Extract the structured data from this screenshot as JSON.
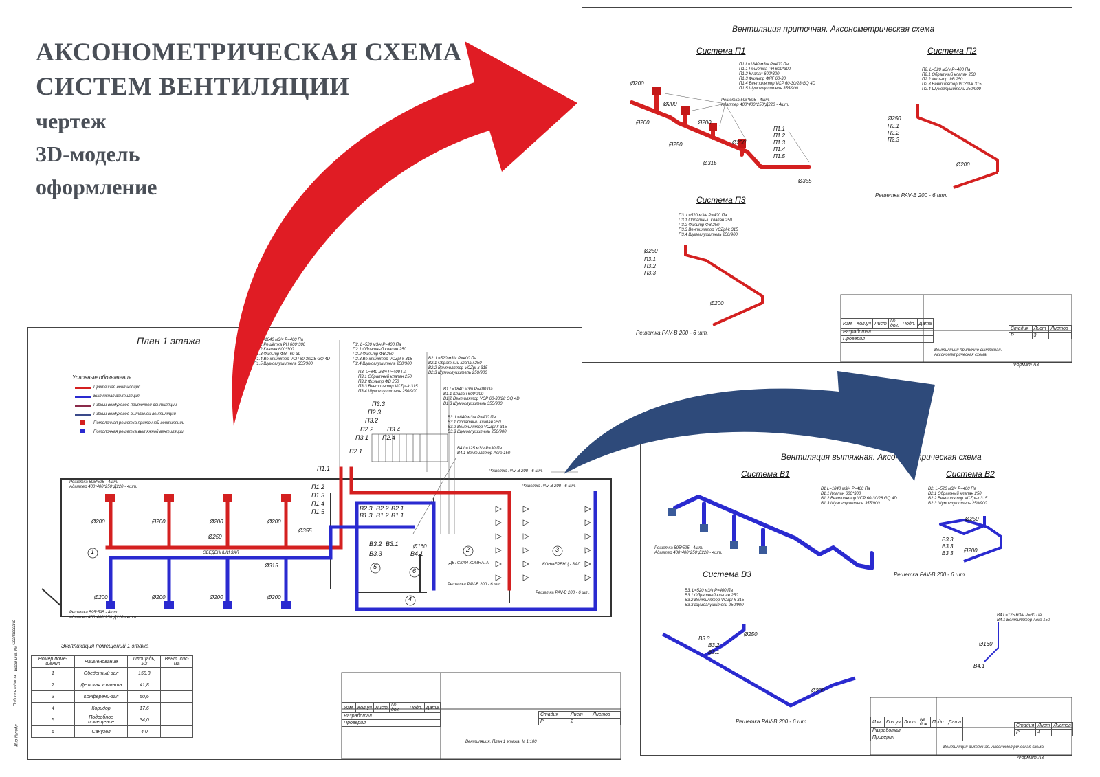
{
  "hero": {
    "line1": "АКСОНОМЕТРИЧЕСКАЯ СХЕМА",
    "line2": "СИСТЕМ ВЕНТИЛЯЦИИ",
    "line3": "чертеж",
    "line4": "3D-модель",
    "line5": "оформление"
  },
  "colors": {
    "supply": "#d42020",
    "exhaust": "#2a2ad0",
    "red_arrow": "#e01c24",
    "blue_arrow": "#2e4a7a"
  },
  "plan": {
    "title": "План 1 этажа",
    "legend_title": "Условные обозначения",
    "legend": [
      "Приточная вентиляция",
      "Вытяжная вентиляция",
      "Гибкий воздуховод приточной вентиляции",
      "Гибкий воздуховод вытяжной вентиляции",
      "Потолочная решетка приточной вентиляции",
      "Потолочная решетка вытяжной вентиляции"
    ],
    "spec_p1": [
      "П1 L=1840 м3/ч P=400 Па",
      "П1.1 Решётка PH 600*300",
      "П1.2 Клапан 600*300",
      "П1.3 Фильтр ФЯГ 60-30",
      "П1.4 Вентилятор VCP 60-30/28 GQ 4D",
      "П1.5 Шумоглушитель 355/900"
    ],
    "spec_p2": [
      "П2. L=520 м3/ч P=400 Па",
      "П2.1 Обратный клапан 250",
      "П2.2 Фильтр ФВ 250",
      "П2.3 Вентилятор VCZpl-k 315",
      "П2.4 Шумоглушитель 250/900"
    ],
    "spec_p3": [
      "П3. L=840 м3/ч P=400 Па",
      "П3.1 Обратный клапан 250",
      "П3.2 Фильтр ФВ 250",
      "П3.3 Вентилятор VCZpl-k 315",
      "П3.4 Шумоглушитель 250/900"
    ],
    "spec_b2": [
      "В2. L=520 м3/ч P=400 Па",
      "В2.1 Обратный клапан 250",
      "В2.2 Вентилятор VCZpl-k 315",
      "В2.3 Шумоглушитель 250/900"
    ],
    "spec_b1": [
      "В1 L=1840 м3/ч P=400 Па",
      "В1.1 Клапан 600*300",
      "В1.2 Вентилятор VCP 60-30/28 GQ 4D",
      "В1.3 Шумоглушитель 355/900"
    ],
    "spec_b3": [
      "В3. L=840 м3/ч P=400 Па",
      "В3.1 Обратный клапан 250",
      "В3.2 Вентилятор VCZpl-k 315",
      "В3.3 Шумоглушитель 250/900"
    ],
    "spec_b4": [
      "В4 L=125 м3/ч P=30 Па",
      "В4.1 Вентилятор Aero 150"
    ],
    "grille_note_top": [
      "Решетка 595*595 - 4шт.",
      "Адаптер 400*400*250*Д220 - 4шт."
    ],
    "grille_note_bot": [
      "Решетка 595*595 - 4шт.",
      "Адаптер 400*400*250*Д220 - 4шт."
    ],
    "pav_note": "Решетка PAV-B 200 - 6 шт.",
    "room_dining": "ОБЕДЕННЫЙ ЗАЛ",
    "room_kids": "ДЕТСКАЯ КОМНАТА",
    "room_conf": "КОНФЕРЕНЦ - ЗАЛ",
    "room_numbers": [
      "1",
      "2",
      "3",
      "4",
      "5",
      "6"
    ],
    "tags_p1": [
      "П1.1",
      "П1.2",
      "П1.3",
      "П1.4",
      "П1.5"
    ],
    "tags_p2p3": [
      "П3.3",
      "П2.3",
      "П3.2",
      "П2.2",
      "П3.1",
      "П2.4",
      "П3.4",
      "П2.1"
    ],
    "tags_b": [
      "В2.3",
      "В2.2",
      "В2.1",
      "В1.3",
      "В1.2",
      "В1.1",
      "В3.2",
      "В3.1",
      "В3.3",
      "В4.1"
    ],
    "dims": [
      "Ø200",
      "Ø250",
      "Ø315",
      "Ø355",
      "Ø160"
    ],
    "expl_title": "Экспликация помещений 1 этажа",
    "expl_headers": [
      "Номер поме-щения",
      "Наименование",
      "Площадь, м2",
      "Вент. сис-ма"
    ],
    "expl_rows": [
      [
        "1",
        "Обеденный зал",
        "158,3"
      ],
      [
        "2",
        "Детская комната",
        "41,8"
      ],
      [
        "3",
        "Конференц-зал",
        "50,6"
      ],
      [
        "4",
        "Коридор",
        "17,6"
      ],
      [
        "5",
        "Подсобное помещение",
        "34,0"
      ],
      [
        "6",
        "Санузел",
        "4,0"
      ]
    ],
    "side_labels": [
      "Согласовано",
      "Взам инв. №",
      "Подпись и дата",
      "Инв №подл"
    ],
    "stamp": {
      "headers": [
        "Изм.",
        "Кол.уч",
        "Лист",
        "№ док.",
        "Подп.",
        "Дата"
      ],
      "dev": "Разработал",
      "chk": "Проверил",
      "stage": "Стадия",
      "sheet": "Лист",
      "sheets": "Листов",
      "stage_val": "Р",
      "sheet_val": "2",
      "title": "Вентиляция. План 1 этажа.  М 1:100"
    }
  },
  "supply": {
    "title": "Вентиляция приточная. Аксонометрическая схема",
    "systems": [
      "Система П1",
      "Система П2",
      "Система П3"
    ],
    "p1_spec": [
      "П1 L=1840 м3/ч P=400 Па",
      "П1.1 Решётка PH 600*300",
      "П1.2 Клапан 600*300",
      "П1.3 Фильтр ФЯГ 60-30",
      "П1.4 Вентилятор VCP 60-30/28 GQ 4D",
      "П1.5 Шумоглушитель 355/900"
    ],
    "p1_grille": [
      "Решетка 595*595 - 4шт.",
      "Адаптер 400*400*250*Д220 - 4шт."
    ],
    "p1_tags": [
      "П1.1",
      "П1.2",
      "П1.3",
      "П1.4",
      "П1.5"
    ],
    "p1_dims": [
      "Ø200",
      "Ø200",
      "Ø200",
      "Ø200",
      "Ø200",
      "Ø250",
      "Ø315",
      "Ø355"
    ],
    "p2_spec": [
      "П2. L=520 м3/ч P=400 Па",
      "П2.1 Обратный клапан 250",
      "П2.2 Фильтр ФВ 250",
      "П2.3 Вентилятор VCZpl-k 315",
      "П2.4 Шумоглушитель 250/900"
    ],
    "p2_tags": [
      "Ø250",
      "П2.1",
      "П2.2",
      "П2.3",
      "Ø200"
    ],
    "p2_note": "Решетка PAV-B 200 - 6 шт.",
    "p3_spec": [
      "П3. L=520 м3/ч P=400 Па",
      "П3.1 Обратный клапан 250",
      "П3.2 Фильтр ФВ 250",
      "П3.3 Вентилятор VCZpl-k 315",
      "П3.4 Шумоглушитель 250/900"
    ],
    "p3_tags": [
      "Ø250",
      "П3.1",
      "П3.2",
      "П3.3",
      "Ø200"
    ],
    "p3_note": "Решетка PAV-B 200 - 6 шт.",
    "stamp": {
      "headers": [
        "Изм.",
        "Кол.уч",
        "Лист",
        "№ док.",
        "Подп.",
        "Дата"
      ],
      "dev": "Разработал",
      "chk": "Проверил",
      "stage": "Стадия",
      "sheet": "Лист",
      "sheets": "Листов",
      "stage_val": "Р",
      "sheet_val": "3",
      "title": "Вентиляция приточно-вытяжная. Аксонометрическая схема",
      "format": "Формат А3"
    }
  },
  "exhaust": {
    "title": "Вентиляция вытяжная. Аксонометрическая схема",
    "systems": [
      "Система В1",
      "Система В2",
      "Система В3"
    ],
    "b1_spec": [
      "В1 L=1840 м3/ч P=400 Па",
      "В1.1 Клапан 600*300",
      "В1.2 Вентилятор VCP 60-30/28 GQ 4D",
      "В1.3 Шумоглушитель 355/900"
    ],
    "b1_grille": [
      "Решетка 595*595 - 4шт.",
      "Адаптер 400*400*250*Д220 - 4шт."
    ],
    "b2_spec": [
      "В2. L=520 м3/ч P=400 Па",
      "В2.1 Обратный клапан 250",
      "В2.2 Вентилятор VCZpl-k 315",
      "В2.3 Шумоглушитель 250/900"
    ],
    "b2_tags": [
      "Ø250",
      "В3.3",
      "В3.3",
      "В3.3",
      "Ø200"
    ],
    "b2_note": "Решетка PAV-B 200 - 6 шт.",
    "b3_spec": [
      "В3. L=520 м3/ч P=400 Па",
      "В3.1 Обратный клапан 250",
      "В3.2 Вентилятор VCZpl-k 315",
      "В3.3 Шумоглушитель 250/900"
    ],
    "b3_tags": [
      "Ø250",
      "В3.3",
      "В3.2",
      "В3.1",
      "Ø200"
    ],
    "b3_note": "Решетка PAV-B 200 - 6 шт.",
    "b4_spec": [
      "В4 L=125 м3/ч P=30 Па",
      "В4.1 Вентилятор Aero 150"
    ],
    "b4_tags": [
      "Ø160",
      "В4.1"
    ],
    "stamp": {
      "headers": [
        "Изм.",
        "Кол.уч",
        "Лист",
        "№ док.",
        "Подп.",
        "Дата"
      ],
      "dev": "Разработал",
      "chk": "Проверил",
      "stage": "Стадия",
      "sheet": "Лист",
      "sheets": "Листов",
      "stage_val": "Р",
      "sheet_val": "4",
      "title": "Вентиляция вытяжная. Аксонометрическая схема",
      "format": "Формат А3"
    }
  }
}
